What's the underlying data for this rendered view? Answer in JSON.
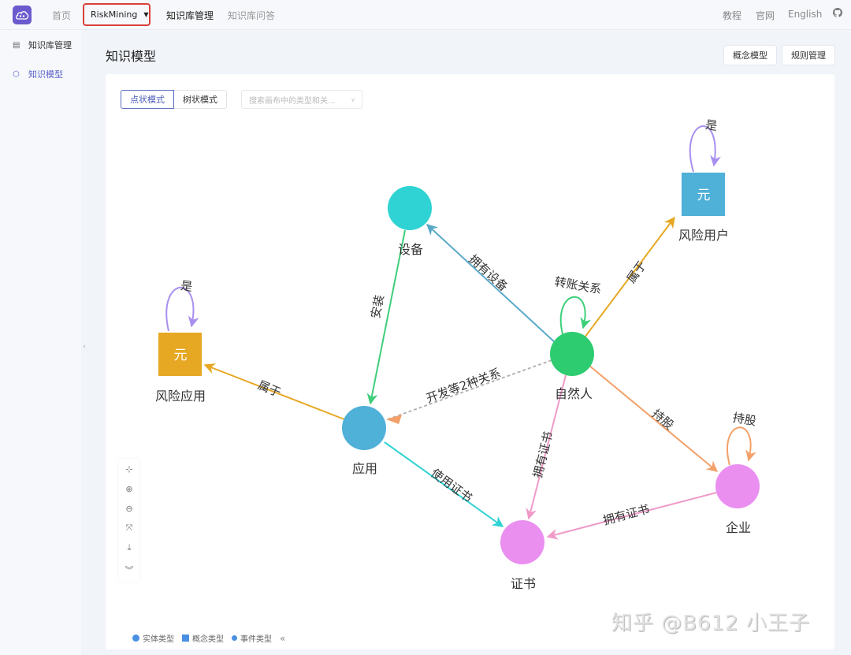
{
  "topbar": {
    "logo_icon": "brain-cloud-icon",
    "home": "首页",
    "kb_selector": "RiskMining",
    "kb_management": "知识库管理",
    "kb_qa": "知识库问答",
    "tutorial": "教程",
    "official_site": "官网",
    "language": "English",
    "github_icon": "github-icon"
  },
  "sidebar": {
    "items": [
      {
        "label": "知识库管理",
        "icon": "database-icon",
        "active": false
      },
      {
        "label": "知识模型",
        "icon": "cube-icon",
        "active": true
      }
    ]
  },
  "page": {
    "title": "知识模型",
    "buttons": {
      "concept_model": "概念模型",
      "rule_management": "规则管理"
    }
  },
  "canvas": {
    "modes": {
      "point": "点状模式",
      "tree": "树状模式"
    },
    "active_mode": "点状模式",
    "search_placeholder": "搜索画布中的类型和关...",
    "toolbar": [
      "locate-icon",
      "zoom-in-icon",
      "zoom-out-icon",
      "fit-view-icon",
      "download-icon",
      "expand-more-icon"
    ],
    "legend": {
      "entity": "实体类型",
      "concept": "概念类型",
      "event": "事件类型",
      "collapse": "«"
    }
  },
  "graph": {
    "nodes": [
      {
        "id": "device",
        "label": "设备",
        "shape": "circle",
        "color": "#2fd3d3"
      },
      {
        "id": "person",
        "label": "自然人",
        "shape": "circle",
        "color": "#2ecc71"
      },
      {
        "id": "app",
        "label": "应用",
        "shape": "circle",
        "color": "#4fb0d8"
      },
      {
        "id": "cert",
        "label": "证书",
        "shape": "circle",
        "color": "#ea8ff0"
      },
      {
        "id": "company",
        "label": "企业",
        "shape": "circle",
        "color": "#ea8ff0"
      },
      {
        "id": "risk_user",
        "label": "风险用户",
        "shape": "square",
        "color": "#4fb0d8",
        "glyph": "元"
      },
      {
        "id": "risk_app",
        "label": "风险应用",
        "shape": "square",
        "color": "#e6a823",
        "glyph": "元"
      }
    ],
    "edges": [
      {
        "from": "person",
        "to": "device",
        "label": "拥有设备",
        "color": "#5aa9c9"
      },
      {
        "from": "device",
        "to": "app",
        "label": "安装",
        "color": "#3ecf7a"
      },
      {
        "from": "person",
        "to": "person",
        "label": "转账关系",
        "color": "#3ecf7a"
      },
      {
        "from": "person",
        "to": "risk_user",
        "label": "属于",
        "color": "#e6a823"
      },
      {
        "from": "risk_user",
        "to": "risk_user",
        "label": "是",
        "color": "#a98ff0"
      },
      {
        "from": "risk_app",
        "to": "risk_app",
        "label": "是",
        "color": "#a98ff0"
      },
      {
        "from": "app",
        "to": "risk_app",
        "label": "属于",
        "color": "#e6a823"
      },
      {
        "from": "person",
        "to": "app",
        "label": "开发等2种关系",
        "color": "#f3a06a",
        "dashed": true
      },
      {
        "from": "person",
        "to": "company",
        "label": "持股",
        "color": "#f3a06a"
      },
      {
        "from": "company",
        "to": "company",
        "label": "持股",
        "color": "#f3a06a"
      },
      {
        "from": "person",
        "to": "cert",
        "label": "拥有证书",
        "color": "#ef9ac8"
      },
      {
        "from": "company",
        "to": "cert",
        "label": "拥有证书",
        "color": "#ef9ac8"
      },
      {
        "from": "app",
        "to": "cert",
        "label": "使用证书",
        "color": "#2fd3d3"
      }
    ]
  },
  "watermark": "知乎 @B612 小王子"
}
